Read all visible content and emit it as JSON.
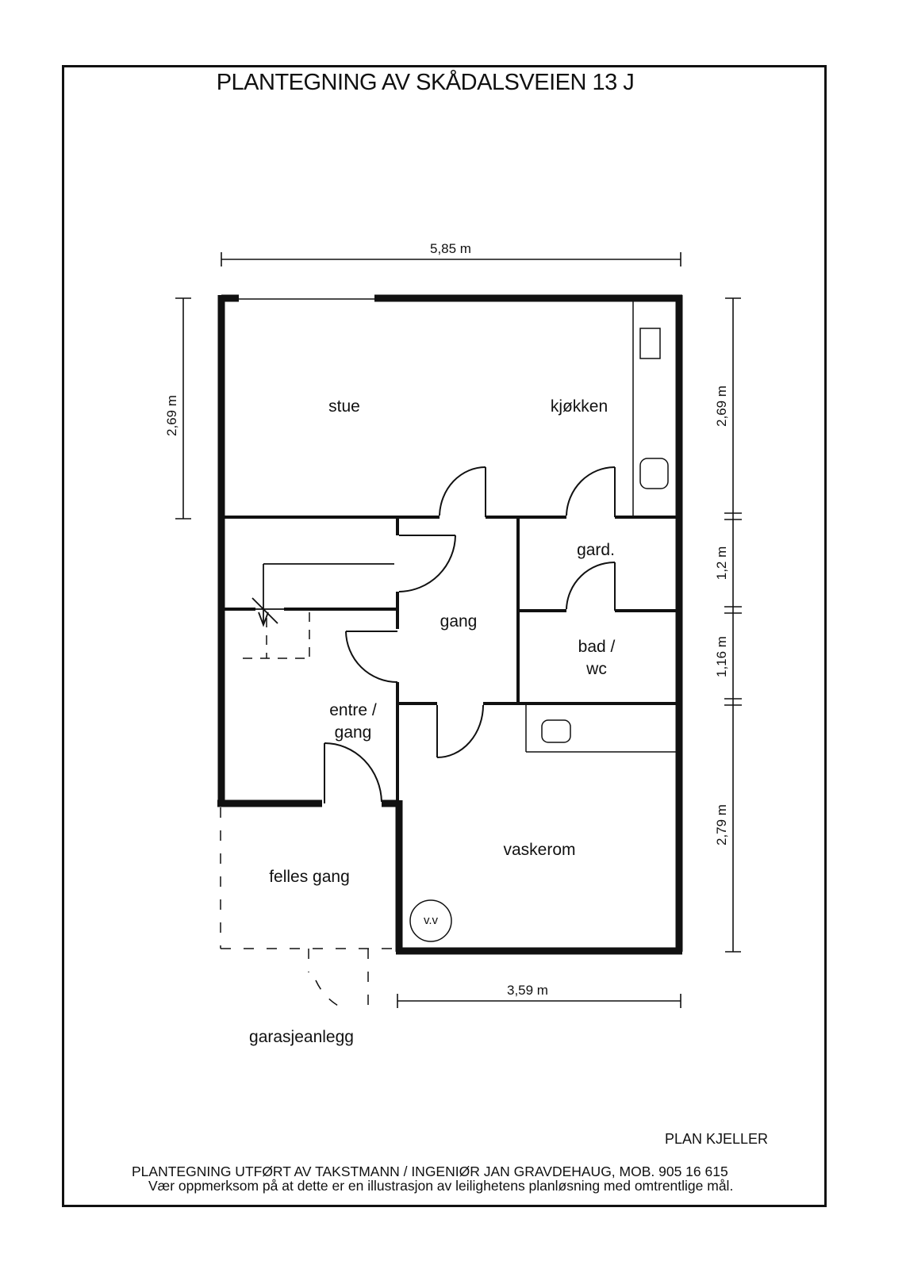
{
  "title": "PLANTEGNING AV SKÅDALSVEIEN 13 J",
  "rooms": {
    "stue": "stue",
    "kjokken": "kjøkken",
    "gard": "gard.",
    "gang": "gang",
    "bad_line1": "bad /",
    "bad_line2": "wc",
    "entre_line1": "entre /",
    "entre_line2": "gang",
    "felles_gang": "felles gang",
    "vaskerom": "vaskerom",
    "garasjeanlegg": "garasjeanlegg",
    "vv": "v.v"
  },
  "dimensions": {
    "top_width": "5,85 m",
    "left_height": "2,69 m",
    "right_1": "2,69 m",
    "right_2": "1,2 m",
    "right_3": "1,16 m",
    "right_4": "2,79 m",
    "bottom_width": "3,59 m"
  },
  "plan_name": "PLAN KJELLER",
  "footer_line1": "PLANTEGNING UTFØRT AV TAKSTMANN / INGENIØR JAN GRAVDEHAUG, MOB. 905 16 615",
  "footer_line2": "Vær oppmerksom på at dette er en illustrasjon av leilighetens planløsning med omtrentlige mål."
}
